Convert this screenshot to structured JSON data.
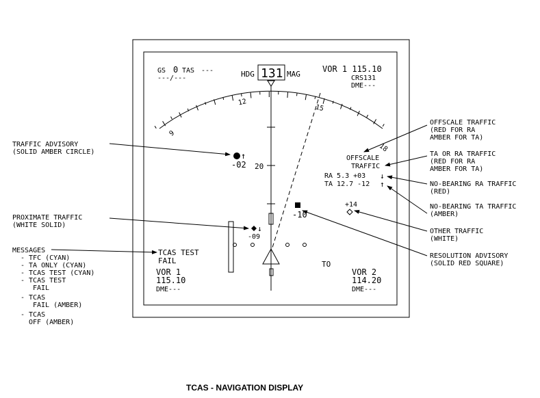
{
  "caption": "TCAS - NAVIGATION DISPLAY",
  "display": {
    "gs_label": "GS",
    "gs_value": "0",
    "tas_label": "TAS",
    "tas_value": "---",
    "wind_value": "---/---",
    "hdg_label": "HDG",
    "hdg_value": "131",
    "mag_label": "MAG",
    "vor1_header": "VOR 1 115.10",
    "crs_value": "CRS131",
    "dme_top": "DME---",
    "compass_labels": [
      "9",
      "12",
      "15",
      "18"
    ],
    "range_label": "20",
    "offscale_line1": "OFFSCALE",
    "offscale_line2": "TRAFFIC",
    "ra_row": "RA  5.3 +03",
    "ta_row": "TA 12.7 -12",
    "ta_altitude": "-02",
    "prox_altitude": "-09",
    "ra_altitude": "-10",
    "other_altitude": "+14",
    "tcas_msg_line1": "TCAS TEST",
    "tcas_msg_line2": "FAIL",
    "to_label": "TO",
    "vor1_name": "VOR 1",
    "vor1_freq": "115.10",
    "vor1_dme": "DME---",
    "vor2_name": "VOR 2",
    "vor2_freq": "114.20",
    "vor2_dme": "DME---"
  },
  "callouts": {
    "traffic_advisory": [
      "TRAFFIC ADVISORY",
      "(SOLID AMBER CIRCLE)"
    ],
    "proximate_traffic": [
      "PROXIMATE TRAFFIC",
      "(WHITE SOLID)"
    ],
    "messages": [
      "MESSAGES",
      "- TFC (CYAN)",
      "- TA ONLY (CYAN)",
      "- TCAS TEST (CYAN)",
      "- TCAS TEST",
      "FAIL",
      "- TCAS",
      "FAIL (AMBER)",
      "- TCAS",
      "OFF (AMBER)"
    ],
    "offscale_traffic": [
      "OFFSCALE TRAFFIC",
      "(RED FOR RA",
      "AMBER FOR TA)"
    ],
    "ta_or_ra_traffic": [
      "TA OR RA TRAFFIC",
      "(RED FOR RA",
      "AMBER FOR TA)"
    ],
    "no_bearing_ra": [
      "NO-BEARING RA TRAFFIC",
      "(RED)"
    ],
    "no_bearing_ta": [
      "NO-BEARING TA TRAFFIC",
      "(AMBER)"
    ],
    "other_traffic": [
      "OTHER TRAFFIC",
      "(WHITE)"
    ],
    "resolution_advisory": [
      "RESOLUTION ADVISORY",
      "(SOLID RED SQUARE)"
    ]
  }
}
